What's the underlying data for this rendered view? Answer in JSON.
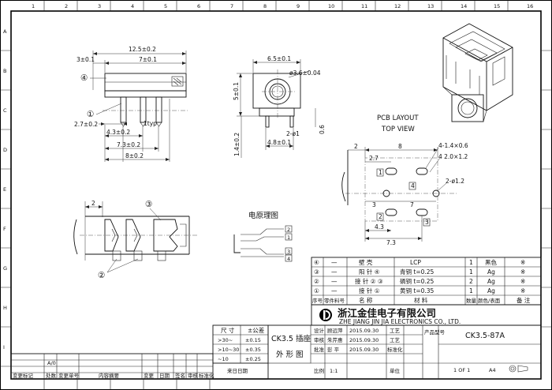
{
  "border": {
    "top_numbers": [
      "1",
      "2",
      "3",
      "4",
      "5",
      "6",
      "7",
      "8",
      "9",
      "10",
      "11",
      "12",
      "13",
      "14",
      "15",
      "16"
    ],
    "left_letters": [
      "A",
      "B",
      "C",
      "D",
      "E",
      "F",
      "G",
      "H",
      "I"
    ]
  },
  "side_view": {
    "dims": {
      "overall_len": "12.5±0.2",
      "left_len": "3±0.1",
      "mid_len": "7±0.1",
      "pin_offset": "2.7±0.2",
      "pin_pitch": "4.3±0.2",
      "pin_span": "7.3±0.2",
      "base_len": "8±0.2",
      "pin_len": "1typ"
    },
    "callouts": [
      "④",
      "①"
    ]
  },
  "front_view": {
    "dims": {
      "width": "6.5±0.1",
      "height": "5±0.1",
      "hole": "ø3.6±0.04",
      "pin_gap": "2-ø1",
      "base_width": "4.8±0.1",
      "pin_h": "1.4±0.2",
      "side": "0.6"
    }
  },
  "pcb_layout": {
    "title_line1": "PCB LAYOUT",
    "title_line2": "TOP VIEW",
    "dims": {
      "d2": "2",
      "d8": "8",
      "d27": "2.7",
      "d3": "3",
      "d7": "7",
      "d43": "4.3",
      "d73": "7.3",
      "slot1": "4-1.4×0.6",
      "slot2": "4 2.0×1.2",
      "holes": "2-ø1.2"
    },
    "pin_labels": [
      "1",
      "2",
      "3",
      "4"
    ]
  },
  "section_view": {
    "dim": "2",
    "callouts": [
      "③",
      "②"
    ]
  },
  "schematic": {
    "title": "电原理图",
    "pins": [
      "2",
      "1",
      "3",
      "4"
    ]
  },
  "bom": {
    "rows": [
      {
        "idx": "④",
        "code": "—",
        "name": "壁  壳",
        "material": "LCP",
        "qty": "1",
        "finish": "黑色",
        "note": "※"
      },
      {
        "idx": "③",
        "code": "—",
        "name": "阳 针 ④",
        "material": "青铜  t=0.25",
        "qty": "1",
        "finish": "Ag",
        "note": "※"
      },
      {
        "idx": "②",
        "code": "—",
        "name": "接 针 ② ③",
        "material": "磷铜  t=0.25",
        "qty": "2",
        "finish": "Ag",
        "note": "※"
      },
      {
        "idx": "①",
        "code": "—",
        "name": "接 针 ①",
        "material": "黄铜  t=0.35",
        "qty": "1",
        "finish": "Ag",
        "note": "※"
      }
    ],
    "header": {
      "idx": "序号",
      "code": "零件料号",
      "name": "名    称",
      "material": "材      料",
      "qty": "数量",
      "finish": "颜色/表面",
      "note": "备 注"
    }
  },
  "company": {
    "name_cn": "浙江金佳电子有限公司",
    "name_en": "ZHE  JIANG  JIN  JIA  ELECTRONICS  CO.,  LTD."
  },
  "tolerance": {
    "header": [
      "尺  寸",
      "±公差"
    ],
    "rows": [
      [
        ">30~",
        "±0.15"
      ],
      [
        ">10~30",
        "±0.35"
      ],
      [
        "~10",
        "±0.25"
      ]
    ]
  },
  "title_block": {
    "product": "CK3.5 插座",
    "drawing": "外 形 图",
    "part_no": "CK3.5-87A",
    "part_label": "产品型号",
    "rows": [
      {
        "role": "设计",
        "name": "顾远萍",
        "date": "2015.09.30",
        "extra": "工艺"
      },
      {
        "role": "审核",
        "name": "朱芹惠",
        "date": "2015.09.30",
        "extra": "工艺"
      },
      {
        "role": "批准",
        "name": "彭  平",
        "date": "2015.09.30",
        "extra": "标准化"
      },
      {
        "role": "比例",
        "name": "1:1",
        "date": "",
        "extra": "单位"
      }
    ],
    "sheet": "1 OF 1",
    "size": "A4"
  },
  "revision": {
    "row1": [
      "",
      "",
      "A/0",
      "",
      "",
      "",
      ""
    ],
    "header": [
      "变更标记",
      "处数",
      "变更单号",
      "内容摘要",
      "变更",
      "日期",
      "签名",
      "审核",
      "标准化",
      "来日日期"
    ]
  }
}
